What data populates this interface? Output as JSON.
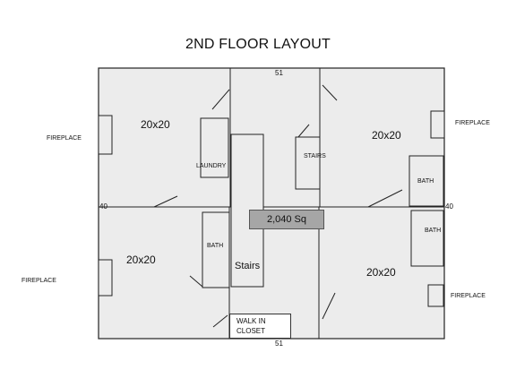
{
  "title": "2ND FLOOR LAYOUT",
  "dimensions": {
    "width_top": "51",
    "width_bottom": "51",
    "depth_left": "40",
    "depth_right": "40"
  },
  "rooms": {
    "top_left": {
      "size": "20x20"
    },
    "top_right": {
      "size": "20x20"
    },
    "bottom_left": {
      "size": "20x20"
    },
    "bottom_right": {
      "size": "20x20"
    }
  },
  "labels": {
    "laundry": "LAUNDRY",
    "stairs_upper": "STAIRS",
    "stairs_lower": "Stairs",
    "bath_upper_right": "BATH",
    "bath_lower_right": "BATH",
    "bath_lower_left": "BATH",
    "walk_in_closet": "WALK IN CLOSET",
    "total_area": "2,040 Sq"
  },
  "fireplaces": {
    "left_upper": "FIREPLACE",
    "left_lower": "FIREPLACE",
    "right_upper": "FIREPLACE",
    "right_lower": "FIREPLACE"
  },
  "colors": {
    "floor_fill": "#ececec",
    "wall": "#222222",
    "area_badge": "#a6a6a6"
  }
}
